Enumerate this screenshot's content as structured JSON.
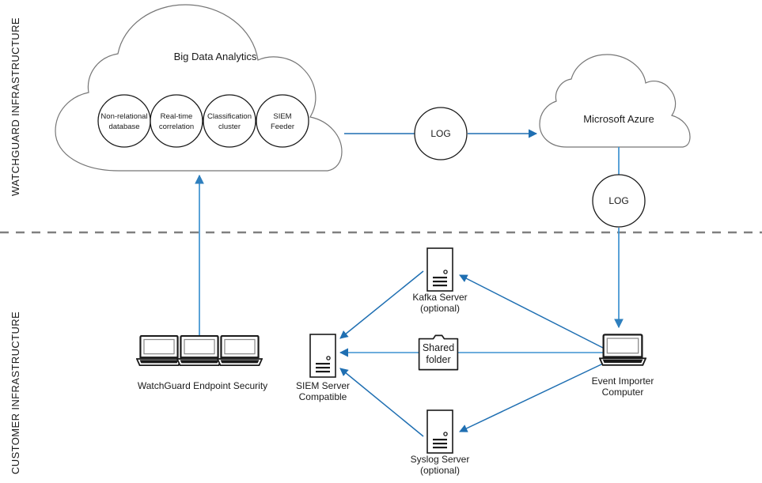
{
  "diagram": {
    "title": "WatchGuard SIEM / Event Importer architecture",
    "colors": {
      "accent_blue": "#1F6FB2",
      "light_blue": "#3D92D0",
      "outline_dark": "#333333",
      "outline_gray": "#666666",
      "divider_gray": "#808080",
      "text": "#1A1A1A",
      "icon_dark": "#1A1A1A",
      "background": "#FFFFFF"
    },
    "lanes": [
      {
        "id": "watchguard",
        "label": "WATCHGUARD INFRASTRUCTURE"
      },
      {
        "id": "customer",
        "label": "CUSTOMER INFRASTRUCTURE"
      }
    ],
    "divider": {
      "style": "dashed",
      "color": "#808080"
    }
  },
  "clouds": [
    {
      "id": "big-data-analytics",
      "label": "Big Data Analytics",
      "circles": [
        {
          "id": "non-relational-database",
          "line1": "Non-relational",
          "line2": "database"
        },
        {
          "id": "real-time-correlation",
          "line1": "Real-time",
          "line2": "correlation"
        },
        {
          "id": "classification-cluster",
          "line1": "Classification",
          "line2": "cluster"
        },
        {
          "id": "siem-feeder",
          "line1": "SIEM",
          "line2": "Feeder"
        }
      ]
    },
    {
      "id": "microsoft-azure",
      "label": "Microsoft Azure",
      "circles": []
    }
  ],
  "log_nodes": [
    {
      "id": "log-to-azure",
      "label": "LOG"
    },
    {
      "id": "log-from-azure",
      "label": "LOG"
    }
  ],
  "nodes": [
    {
      "id": "watchguard-endpoint-security",
      "icon": "laptops-icon",
      "line1": "WatchGuard Endpoint Security",
      "line2": ""
    },
    {
      "id": "siem-server-compatible",
      "icon": "server-icon",
      "line1": "SIEM Server",
      "line2": "Compatible"
    },
    {
      "id": "kafka-server",
      "icon": "server-icon",
      "line1": "Kafka Server",
      "line2": "(optional)"
    },
    {
      "id": "syslog-server",
      "icon": "server-icon",
      "line1": "Syslog Server",
      "line2": "(optional)"
    },
    {
      "id": "shared-folder",
      "icon": "folder-icon",
      "line1": "Shared",
      "line2": "folder"
    },
    {
      "id": "event-importer-computer",
      "icon": "laptop-icon",
      "line1": "Event Importer",
      "line2": "Computer"
    }
  ],
  "connections": [
    {
      "id": "analytics-to-log",
      "from": "big-data-analytics",
      "to": "log-to-azure",
      "arrow": false
    },
    {
      "id": "log-to-azure-cloud",
      "from": "log-to-azure",
      "to": "microsoft-azure",
      "arrow": true
    },
    {
      "id": "azure-to-log",
      "from": "microsoft-azure",
      "to": "log-from-azure",
      "arrow": false
    },
    {
      "id": "log-to-event-importer",
      "from": "log-from-azure",
      "to": "event-importer-computer",
      "arrow": true
    },
    {
      "id": "endpoints-to-analytics",
      "from": "watchguard-endpoint-security",
      "to": "big-data-analytics",
      "arrow": true
    },
    {
      "id": "event-importer-to-kafka",
      "from": "event-importer-computer",
      "to": "kafka-server",
      "arrow": true
    },
    {
      "id": "kafka-to-siem",
      "from": "kafka-server",
      "to": "siem-server-compatible",
      "arrow": true
    },
    {
      "id": "event-importer-to-shared-folder",
      "from": "event-importer-computer",
      "to": "siem-server-compatible",
      "arrow": true
    },
    {
      "id": "event-importer-to-syslog",
      "from": "event-importer-computer",
      "to": "syslog-server",
      "arrow": true
    },
    {
      "id": "syslog-to-siem",
      "from": "syslog-server",
      "to": "siem-server-compatible",
      "arrow": true
    }
  ]
}
